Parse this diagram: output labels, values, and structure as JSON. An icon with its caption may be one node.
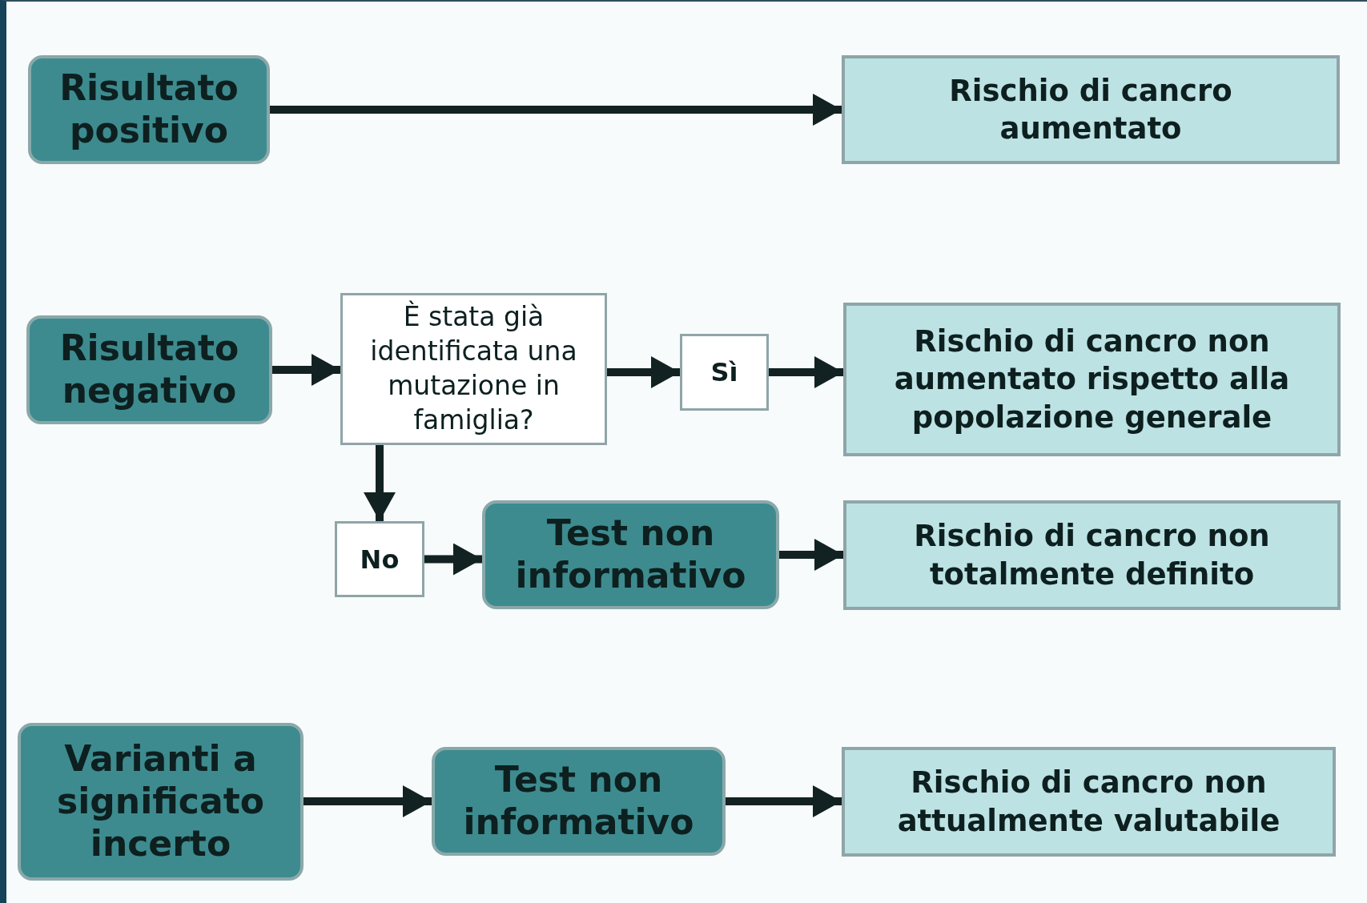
{
  "diagram": {
    "nodes": [
      {
        "text": [
          "Risultato positivo"
        ]
      },
      {
        "text": [
          "Rischio di cancro aumentato"
        ]
      },
      {
        "text": [
          "Risultato negativo"
        ]
      },
      {
        "text": [
          "È stata già identificata una mutazione in famiglia?"
        ]
      },
      {
        "text": [
          "Sì"
        ]
      },
      {
        "text": [
          "Rischio di cancro non aumentato rispetto alla popolazione generale"
        ]
      },
      {
        "text": [
          "No"
        ]
      },
      {
        "text": [
          "Test non informativo"
        ]
      },
      {
        "text": [
          "Rischio di cancro non totalmente definito"
        ]
      },
      {
        "text": [
          "Varianti a significato incerto"
        ]
      },
      {
        "text": [
          "Test non informativo"
        ]
      },
      {
        "text": [
          "Rischio di cancro non attualmente valutabile"
        ]
      }
    ],
    "edges": [
      {
        "from": 0,
        "to": 1,
        "arrow": "to"
      },
      {
        "from": 2,
        "to": 3,
        "arrow": "to"
      },
      {
        "from": 3,
        "to": 4,
        "arrow": "to"
      },
      {
        "from": 4,
        "to": 5,
        "arrow": "to"
      },
      {
        "from": 3,
        "to": 6,
        "arrow": "to"
      },
      {
        "from": 6,
        "to": 7,
        "arrow": "to"
      },
      {
        "from": 7,
        "to": 8,
        "arrow": "to"
      },
      {
        "from": 9,
        "to": 10,
        "arrow": "to"
      },
      {
        "from": 10,
        "to": 11,
        "arrow": "to"
      }
    ]
  }
}
